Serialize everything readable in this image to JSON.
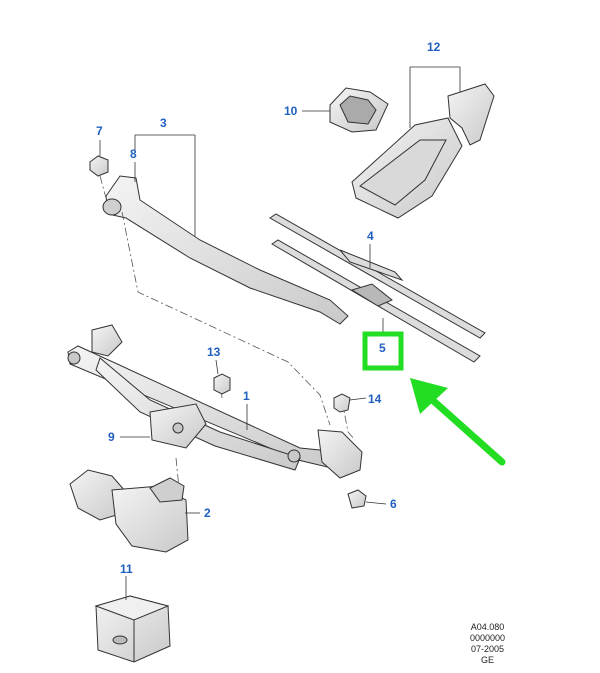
{
  "callouts": {
    "c1": "1",
    "c2": "2",
    "c3": "3",
    "c4": "4",
    "c5": "5",
    "c6": "6",
    "c7": "7",
    "c8": "8",
    "c9": "9",
    "c10": "10",
    "c11": "11",
    "c12": "12",
    "c13": "13",
    "c14": "14"
  },
  "reference": {
    "line1": "A04.080",
    "line2": "0000000",
    "line3": "07-2005",
    "line4": "GE"
  },
  "colors": {
    "callout_text": "#1f5fbf",
    "line": "#333333",
    "highlight": "#22dd22",
    "part_fill": "#e6e6e6"
  }
}
